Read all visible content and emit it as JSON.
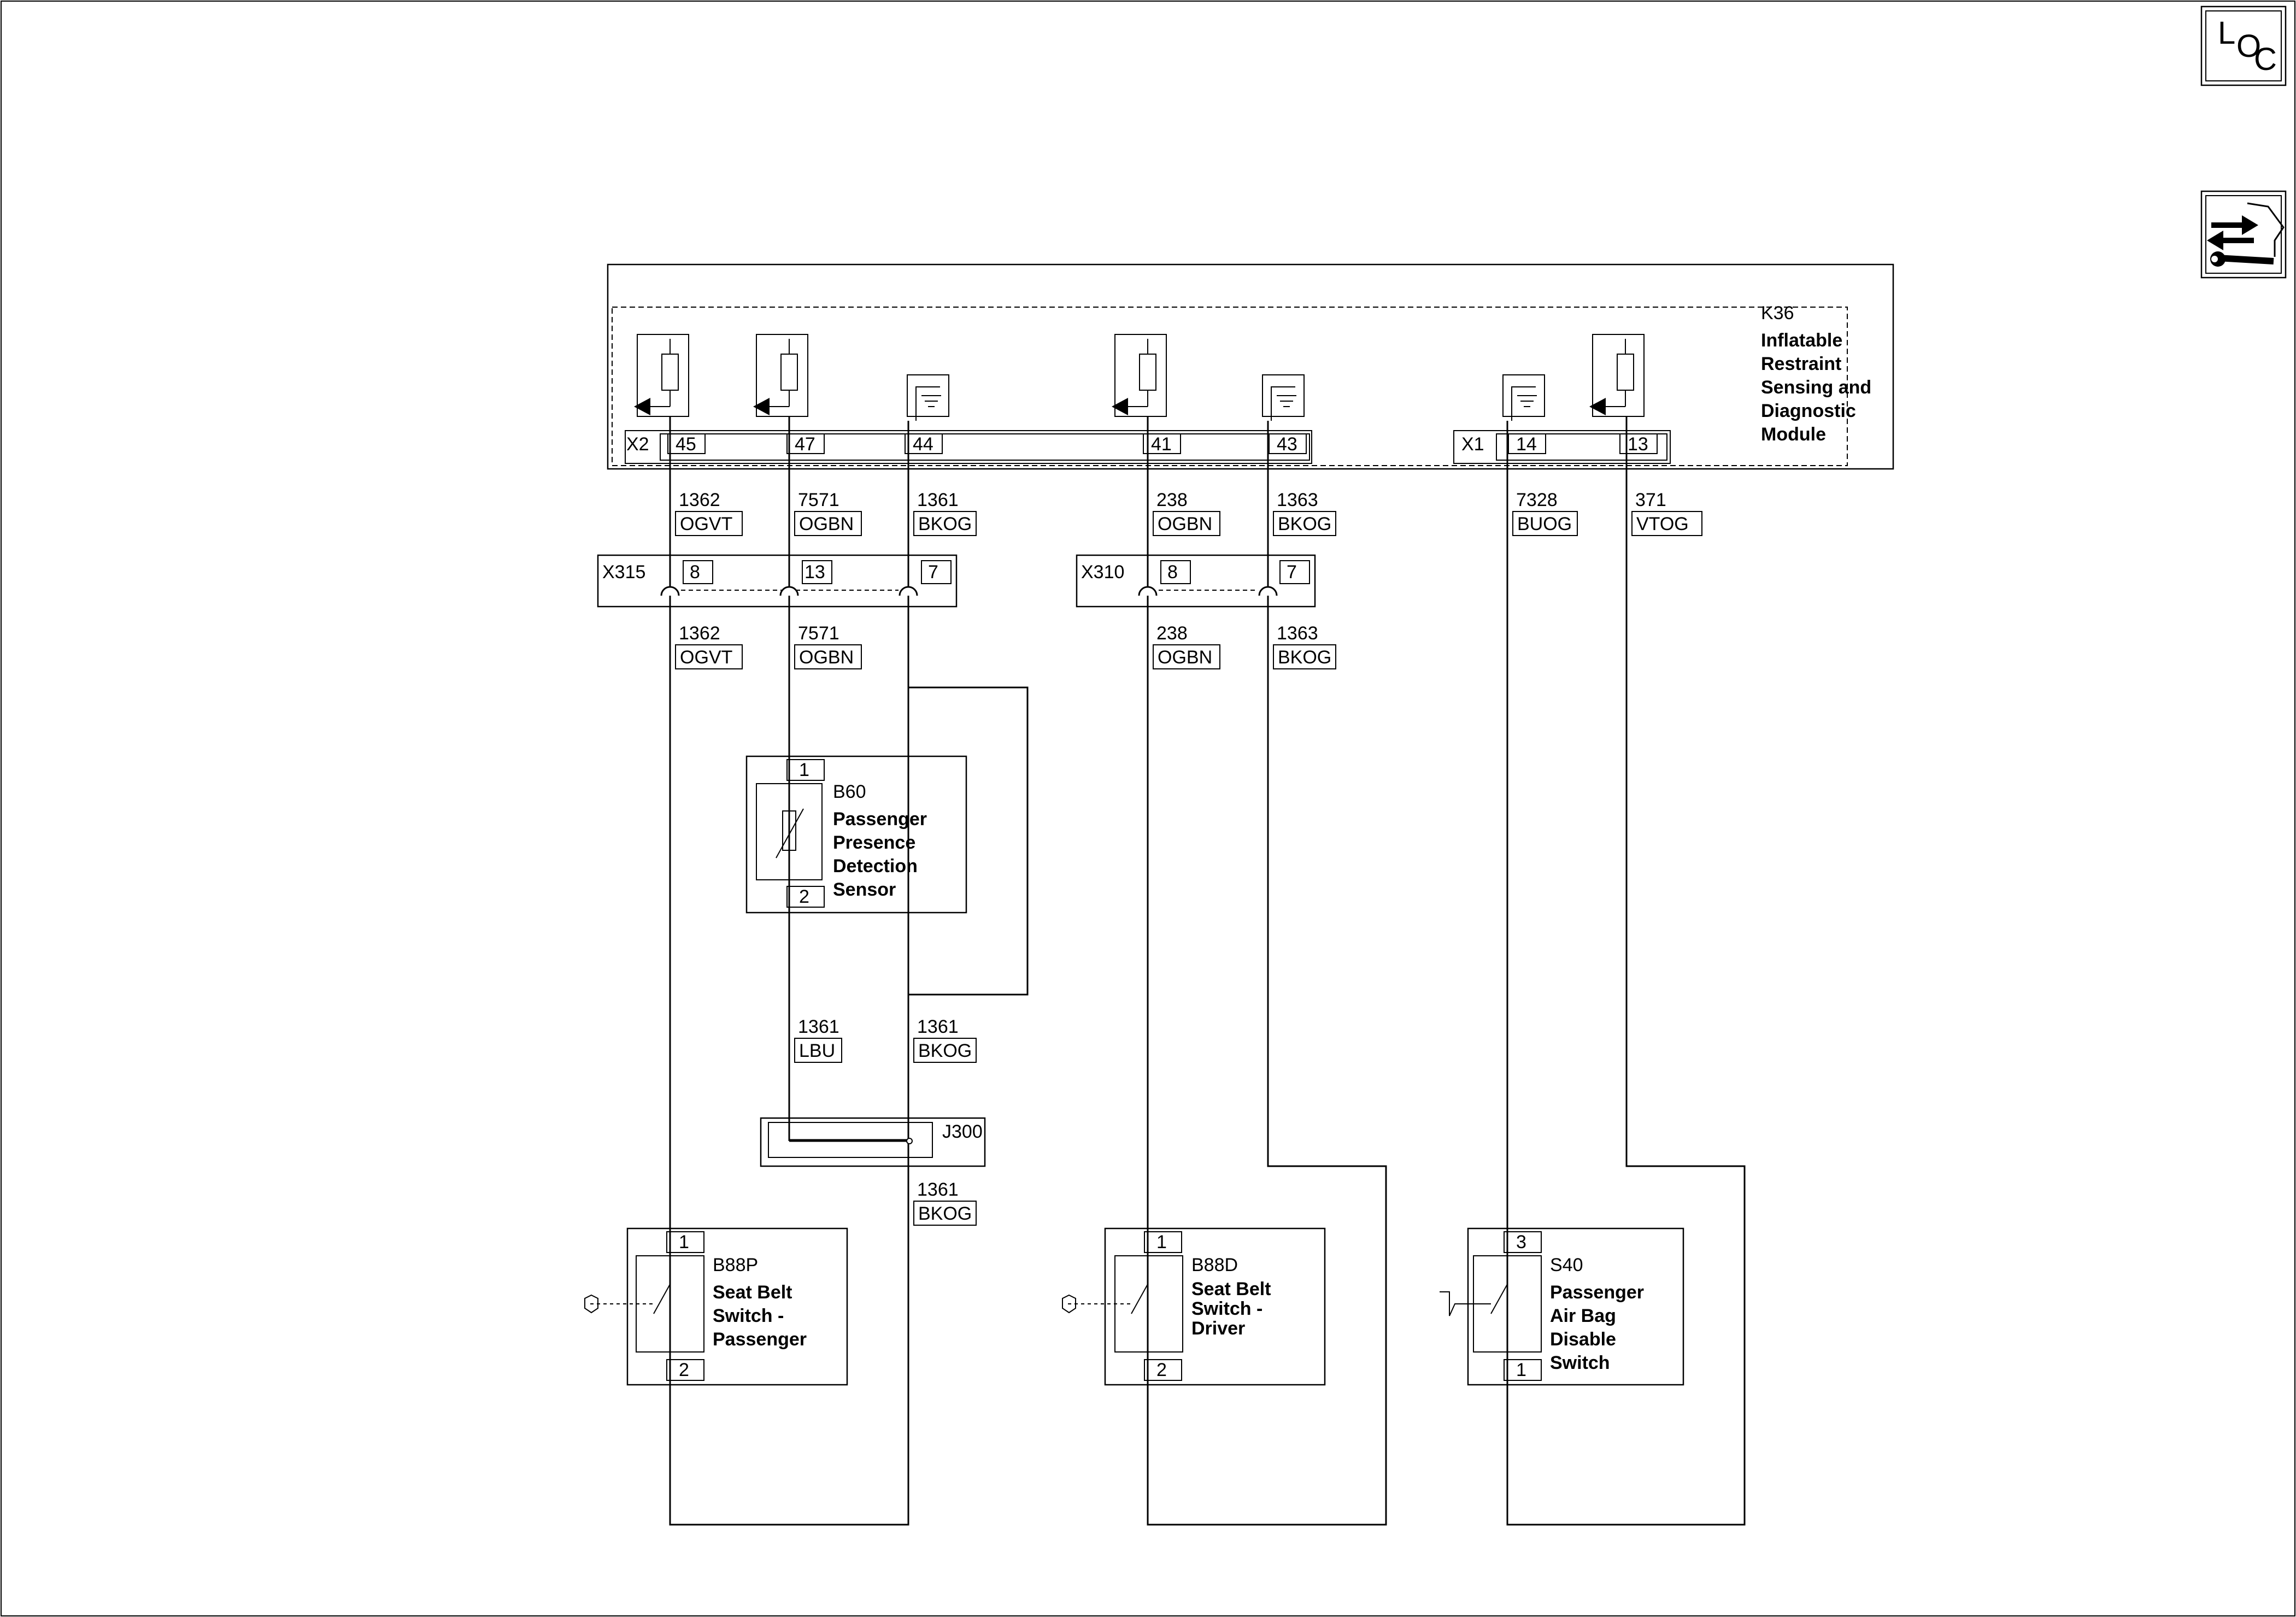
{
  "nav_icons": {
    "loc": {
      "icon": "loc-icon",
      "letters": [
        "L",
        "O",
        "C"
      ]
    },
    "service": {
      "icon": "service-arrows-wrench-icon"
    }
  },
  "module": {
    "id": "K36",
    "name_lines": [
      "Inflatable",
      "Restraint",
      "Sensing and",
      "Diagnostic",
      "Module"
    ],
    "x2_label": "X2",
    "x1_label": "X1",
    "pins": [
      "45",
      "47",
      "44",
      "41",
      "43",
      "14",
      "13"
    ]
  },
  "wires_top": [
    {
      "circuit": "1362",
      "color": "OGVT"
    },
    {
      "circuit": "7571",
      "color": "OGBN"
    },
    {
      "circuit": "1361",
      "color": "BKOG"
    },
    {
      "circuit": "238",
      "color": "OGBN"
    },
    {
      "circuit": "1363",
      "color": "BKOG"
    },
    {
      "circuit": "7328",
      "color": "BUOG"
    },
    {
      "circuit": "371",
      "color": "VTOG"
    }
  ],
  "connector_x315": {
    "label": "X315",
    "pins": [
      "8",
      "13",
      "7"
    ]
  },
  "connector_x310": {
    "label": "X310",
    "pins": [
      "8",
      "7"
    ]
  },
  "wires_mid": [
    {
      "circuit": "1362",
      "color": "OGVT"
    },
    {
      "circuit": "7571",
      "color": "OGBN"
    },
    {
      "circuit": "238",
      "color": "OGBN"
    },
    {
      "circuit": "1363",
      "color": "BKOG"
    }
  ],
  "b60": {
    "id": "B60",
    "name_lines": [
      "Passenger",
      "Presence",
      "Detection",
      "Sensor"
    ],
    "pin_top": "1",
    "pin_bottom": "2"
  },
  "wires_low": [
    {
      "circuit": "1361",
      "color": "LBU"
    },
    {
      "circuit": "1361",
      "color": "BKOG"
    }
  ],
  "splice": {
    "id": "J300"
  },
  "wire_after_splice": {
    "circuit": "1361",
    "color": "BKOG"
  },
  "b88p": {
    "id": "B88P",
    "name_lines": [
      "Seat Belt",
      "Switch -",
      "Passenger"
    ],
    "pin_top": "1",
    "pin_bottom": "2"
  },
  "b88d": {
    "id": "B88D",
    "name_lines": [
      "Seat Belt",
      "Switch -",
      "Driver"
    ],
    "pin_top": "1",
    "pin_bottom": "2"
  },
  "s40": {
    "id": "S40",
    "name_lines": [
      "Passenger",
      "Air Bag",
      "Disable",
      "Switch"
    ],
    "pin_top": "3",
    "pin_bottom": "1"
  }
}
